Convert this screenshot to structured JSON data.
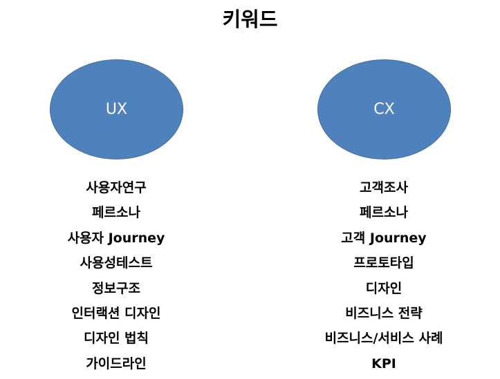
{
  "title": "키워드",
  "left": {
    "label": "UX",
    "items": [
      "사용자연구",
      "페르소나",
      "사용자 Journey",
      "사용성테스트",
      "정보구조",
      "인터랙션 디자인",
      "디자인 법칙",
      "가이드라인"
    ]
  },
  "right": {
    "label": "CX",
    "items": [
      "고객조사",
      "페르소나",
      "고객 Journey",
      "프로토타입",
      "디자인",
      "비즈니스 전략",
      "비즈니스/서비스 사례",
      "KPI"
    ]
  },
  "colors": {
    "ellipse_fill": "#4f81bd",
    "ellipse_border": "#41719c",
    "ellipse_text": "#ffffff",
    "text": "#000000",
    "background": "#ffffff"
  }
}
